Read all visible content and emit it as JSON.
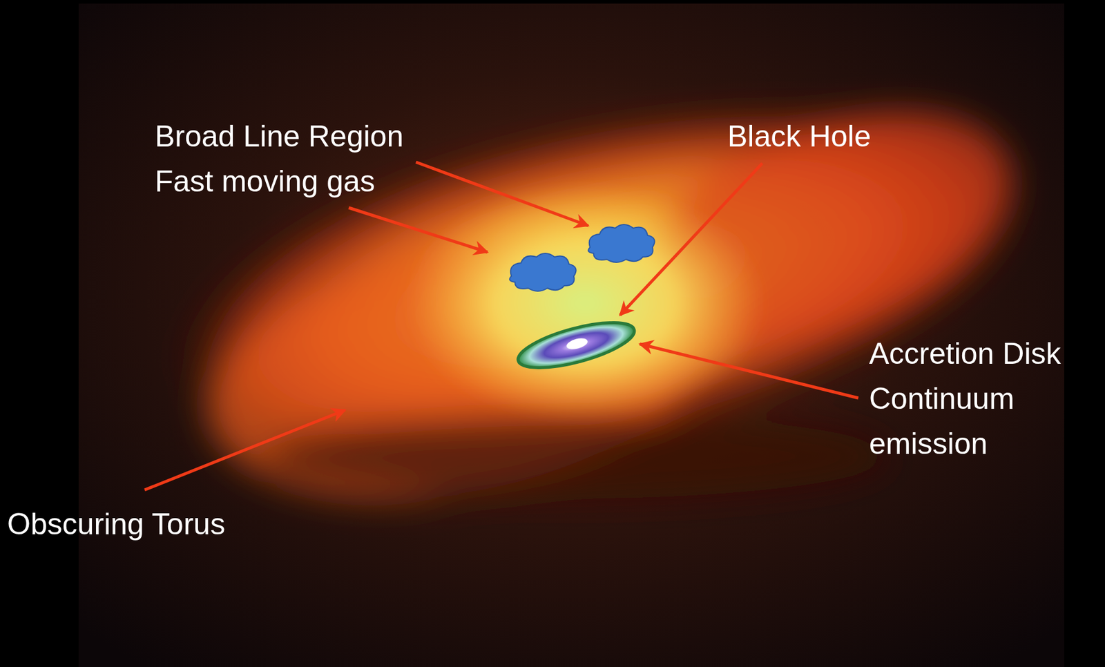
{
  "diagram": {
    "labels": [
      "Broad Line Region Fast moving gas",
      "Black Hole",
      "Accretion Disk Continuum emission",
      "Obscuring Torus"
    ]
  }
}
